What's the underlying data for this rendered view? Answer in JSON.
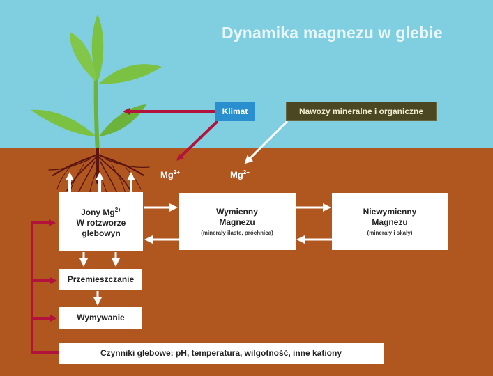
{
  "title": "Dynamika magnezu w glebie",
  "labels": {
    "klimat": "Klimat",
    "nawozy": "Nawozy mineralne i organiczne",
    "mg_symbol": "Mg",
    "mg_charge": "2+"
  },
  "boxes": {
    "jony": {
      "line1": "Jony Mg",
      "charge": "2+",
      "line2": "W rotzworze",
      "line3": "glebowyn"
    },
    "wymienny": {
      "line1": "Wymienny",
      "line2": "Magnezu",
      "note": "(minerały ilaste, próchnica)"
    },
    "niewymienny": {
      "line1": "Niewymienny",
      "line2": "Magnezu",
      "note": "(minerały i skały)"
    },
    "przemieszczanie": "Przemieszczanie",
    "wymywanie": "Wymywanie",
    "czynniki": "Czynniki glebowe: pH, temperatura, wilgotność, inne kationy"
  },
  "colors": {
    "sky": "#7fcfe0",
    "soil": "#b0561f",
    "klimat": "#2a8fcf",
    "nawozy": "#4a4722",
    "red_arrow": "#b3123c",
    "plant": "#7cc242",
    "roots": "#5a1414"
  },
  "icons": [
    "plant-icon",
    "roots-icon",
    "arrow-icon"
  ]
}
